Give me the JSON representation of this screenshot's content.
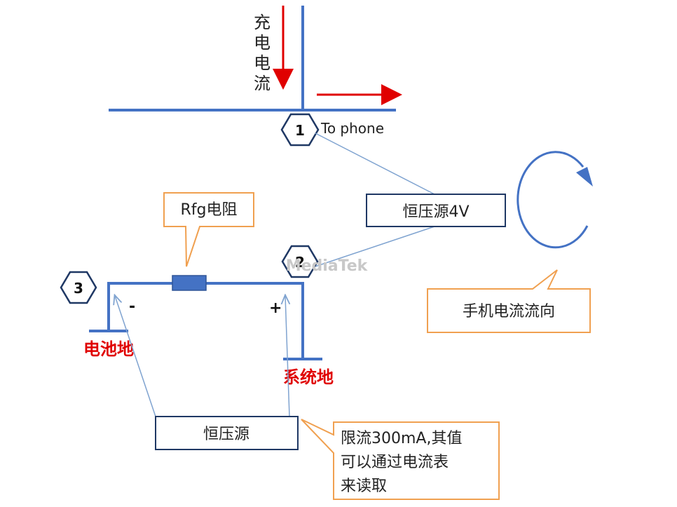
{
  "labels": {
    "charge_current_vertical": "充电电流",
    "to_phone": "To phone",
    "node_1": "1",
    "node_2": "2",
    "node_3": "3",
    "resistor_callout": "Rfg电阻",
    "source_4v": "恒压源4V",
    "phone_current_dir": "手机电流流向",
    "minus": "-",
    "plus": "+",
    "battery_ground": "电池地",
    "system_ground": "系统地",
    "source_cv": "恒压源",
    "limit_note_lines": [
      "限流300mA,其值",
      "可以通过电流表",
      "来读取"
    ],
    "watermark": "MediaTek"
  },
  "colors": {
    "wire": "#4472c4",
    "wire_dark": "#3a5f9c",
    "arrow_red": "#e00000",
    "ground_label_red": "#e00000",
    "callout_orange": "#f0a050",
    "box_border": "#1f3864",
    "resistor_fill": "#4472c4",
    "thin_line": "#7fa3d0",
    "watermark": "#c8c8c8"
  }
}
